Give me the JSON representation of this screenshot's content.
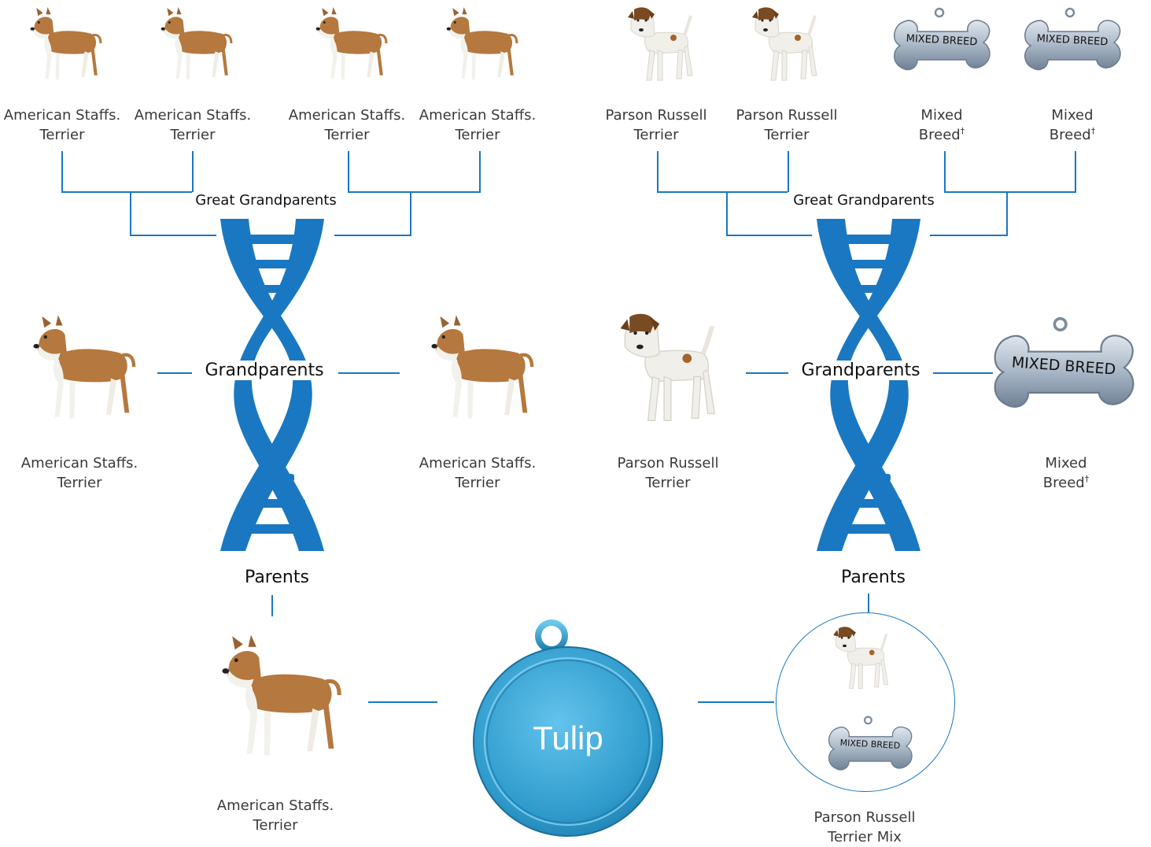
{
  "generations": {
    "great_grandparents_left": "Great Grandparents",
    "great_grandparents_right": "Great Grandparents",
    "grandparents_left": "Grandparents",
    "grandparents_right": "Grandparents",
    "parents_left": "Parents",
    "parents_right": "Parents"
  },
  "great_grandparents": [
    {
      "line1": "American Staffs.",
      "line2": "Terrier",
      "kind": "staffordshire-dog"
    },
    {
      "line1": "American Staffs.",
      "line2": "Terrier",
      "kind": "staffordshire-dog"
    },
    {
      "line1": "American Staffs.",
      "line2": "Terrier",
      "kind": "staffordshire-dog"
    },
    {
      "line1": "American Staffs.",
      "line2": "Terrier",
      "kind": "staffordshire-dog"
    },
    {
      "line1": "Parson Russell",
      "line2": "Terrier",
      "kind": "terrier-dog"
    },
    {
      "line1": "Parson Russell",
      "line2": "Terrier",
      "kind": "terrier-dog"
    },
    {
      "line1": "Mixed",
      "line2": "Breed",
      "mark": "†",
      "kind": "bone-tag",
      "tag_text": "MIXED BREED"
    },
    {
      "line1": "Mixed",
      "line2": "Breed",
      "mark": "†",
      "kind": "bone-tag",
      "tag_text": "MIXED BREED"
    }
  ],
  "grandparents": [
    {
      "line1": "American Staffs.",
      "line2": "Terrier",
      "kind": "staffordshire-dog"
    },
    {
      "line1": "American Staffs.",
      "line2": "Terrier",
      "kind": "staffordshire-dog"
    },
    {
      "line1": "Parson Russell",
      "line2": "Terrier",
      "kind": "terrier-dog"
    },
    {
      "line1": "Mixed",
      "line2": "Breed",
      "mark": "†",
      "kind": "bone-tag",
      "tag_text": "MIXED BREED"
    }
  ],
  "parents": [
    {
      "line1": "American Staffs.",
      "line2": "Terrier",
      "kind": "staffordshire-dog"
    },
    {
      "line1": "Parson Russell",
      "line2": "Terrier Mix",
      "kind": "terrier-dog-and-bone-tag",
      "tag_text": "MIXED BREED"
    }
  ],
  "subject": {
    "name": "Tulip"
  },
  "colors": {
    "line": "#1a78c2",
    "dna": "#1a78c2",
    "tag_blue": "#3fa9d8",
    "bone_silver": "#b7c3d0"
  }
}
